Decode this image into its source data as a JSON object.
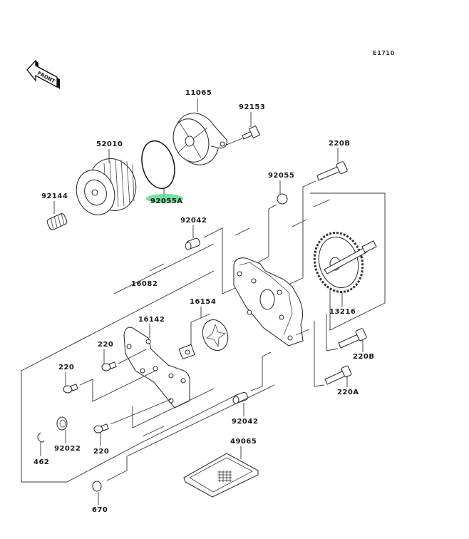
{
  "diagram": {
    "figure_code": "E1710",
    "front_marker": "FRONT",
    "highlight_color": "#5fd88e",
    "highlighted_part": "92055A",
    "parts": [
      {
        "id": "p11065",
        "number": "11065"
      },
      {
        "id": "p92153",
        "number": "92153"
      },
      {
        "id": "p52010",
        "number": "52010"
      },
      {
        "id": "p92055A",
        "number": "92055A"
      },
      {
        "id": "p92144",
        "number": "92144"
      },
      {
        "id": "p220B_top",
        "number": "220B"
      },
      {
        "id": "p92055",
        "number": "92055"
      },
      {
        "id": "p92042_top",
        "number": "92042"
      },
      {
        "id": "p16082",
        "number": "16082"
      },
      {
        "id": "p16142",
        "number": "16142"
      },
      {
        "id": "p16154",
        "number": "16154"
      },
      {
        "id": "p13216",
        "number": "13216"
      },
      {
        "id": "p220_a",
        "number": "220"
      },
      {
        "id": "p220_b",
        "number": "220"
      },
      {
        "id": "p220B_bottom",
        "number": "220B"
      },
      {
        "id": "p220A",
        "number": "220A"
      },
      {
        "id": "p92022",
        "number": "92022"
      },
      {
        "id": "p220_c",
        "number": "220"
      },
      {
        "id": "p462",
        "number": "462"
      },
      {
        "id": "p92042_bottom",
        "number": "92042"
      },
      {
        "id": "p49065",
        "number": "49065"
      },
      {
        "id": "p670",
        "number": "670"
      }
    ]
  }
}
